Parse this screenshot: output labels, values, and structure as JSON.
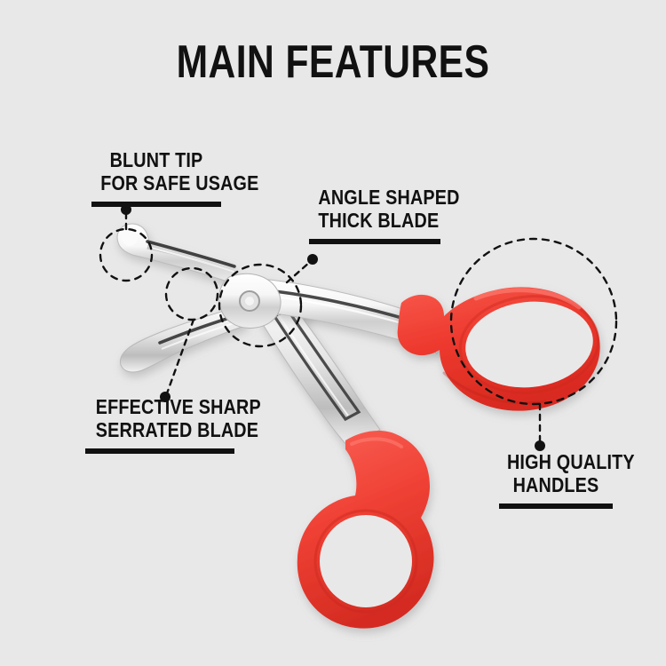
{
  "page": {
    "title": "MAIN FEATURES",
    "background_color": "#e8e8e8",
    "text_color": "#111111"
  },
  "product": {
    "name": "trauma-shears",
    "handle_color": "#ef3e33",
    "handle_shadow_color": "#c32a22",
    "blade_color": "#f2f2f2",
    "blade_shadow_color": "#9a9a9a"
  },
  "callouts": [
    {
      "id": "blunt-tip",
      "line1": "BLUNT TIP",
      "line2": "FOR SAFE USAGE",
      "align": "center"
    },
    {
      "id": "angle-shaped-blade",
      "line1": "ANGLE SHAPED",
      "line2": "THICK BLADE",
      "align": "center"
    },
    {
      "id": "serrated-blade",
      "line1": "EFFECTIVE SHARP",
      "line2": "SERRATED BLADE",
      "align": "center"
    },
    {
      "id": "high-quality-handles",
      "line1": "HIGH QUALITY",
      "line2": "HANDLES",
      "align": "center"
    }
  ]
}
